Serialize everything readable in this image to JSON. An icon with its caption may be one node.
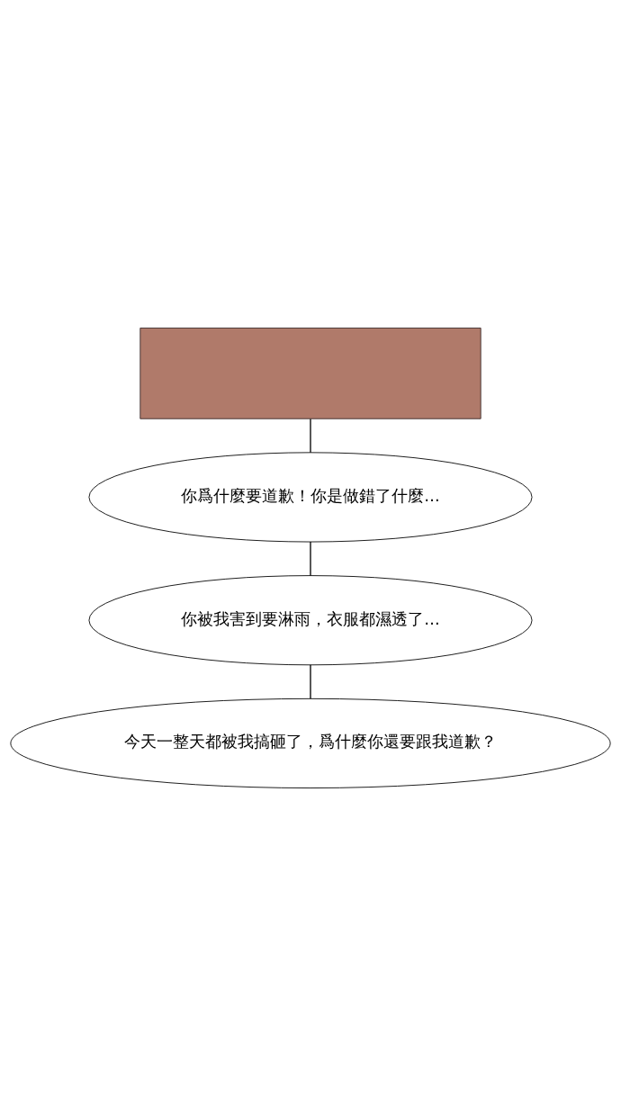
{
  "diagram": {
    "nodes": [
      {
        "text": [],
        "shape": "box"
      },
      {
        "text": [
          "你爲什麼要道歉！你是做錯了什麼…"
        ]
      },
      {
        "text": [
          "你被我害到要淋雨，衣服都濕透了…"
        ]
      },
      {
        "text": [
          "今天一整天都被我搞砸了，爲什麼你還要跟我道歉？"
        ]
      }
    ],
    "edges": [
      {
        "from": 1,
        "to": 0,
        "arrow": "none"
      },
      {
        "from": 1,
        "to": 2,
        "arrow": "none"
      },
      {
        "from": 2,
        "to": 3,
        "arrow": "none"
      }
    ]
  }
}
